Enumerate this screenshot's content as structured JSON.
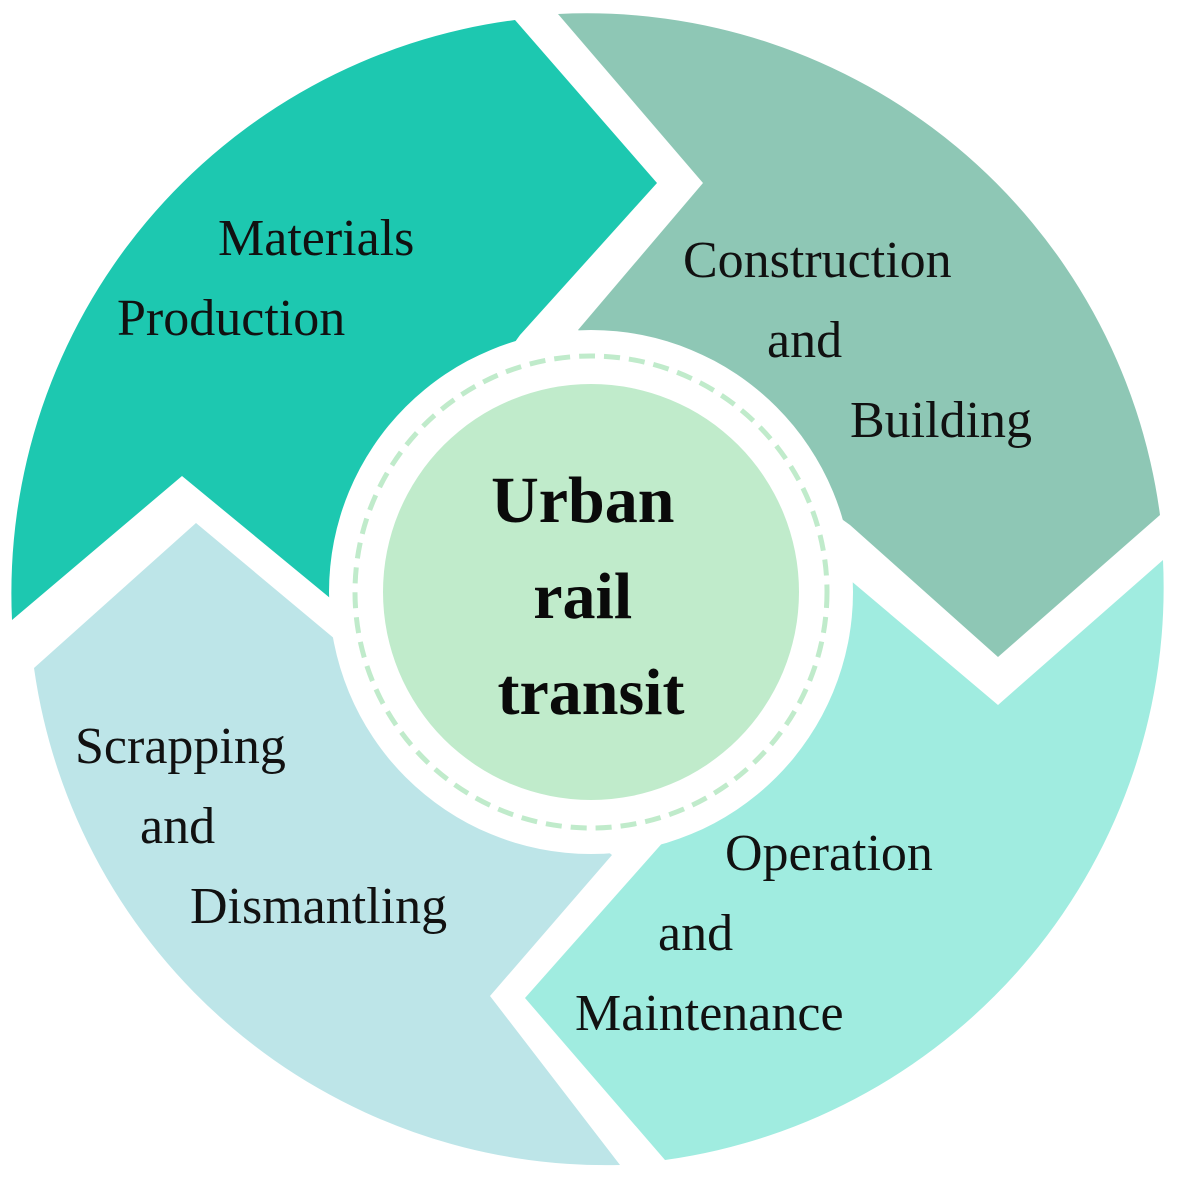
{
  "diagram": {
    "type": "cycle",
    "center": {
      "lines": [
        "Urban",
        "rail",
        "transit"
      ],
      "fill": "#C0EBCB",
      "ring_color": "#C0EBCB"
    },
    "segments": [
      {
        "id": "materials-production",
        "lines": [
          "Materials",
          "Production"
        ],
        "fill": "#1DC8B0"
      },
      {
        "id": "construction-building",
        "lines": [
          "Construction",
          "and",
          "Building"
        ],
        "fill": "#8EC7B5"
      },
      {
        "id": "operation-maintenance",
        "lines": [
          "Operation",
          "and",
          "Maintenance"
        ],
        "fill": "#A0ECE0"
      },
      {
        "id": "scrapping-dismantling",
        "lines": [
          "Scrapping",
          "and",
          "Dismantling"
        ],
        "fill": "#BDE5E8"
      }
    ]
  }
}
